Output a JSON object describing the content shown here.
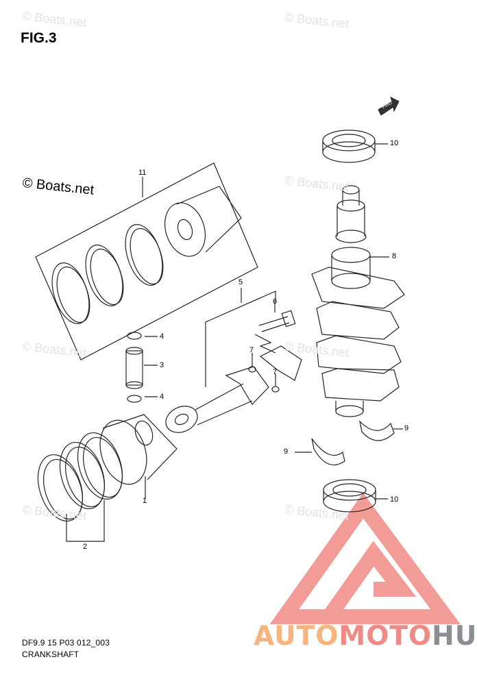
{
  "figure": {
    "title": "FIG.3",
    "copyright": "© Boats.net",
    "watermark": "© Boats.net"
  },
  "callouts": {
    "c1": "1",
    "c2": "2",
    "c3": "3",
    "c4a": "4",
    "c4b": "4",
    "c5": "5",
    "c6": "6",
    "c7a": "7",
    "c7b": "7",
    "c8": "8",
    "c9a": "9",
    "c9b": "9",
    "c10a": "10",
    "c10b": "10",
    "c11": "11"
  },
  "caption": {
    "code": "DF9.9 15 P03 012_003",
    "name": "CRANKSHAFT"
  },
  "brand": {
    "part1": "AUTO",
    "part2": "MOTO",
    "part3": "HUB",
    "logo_color": "#f08a85"
  },
  "fwd_label": "FWD"
}
